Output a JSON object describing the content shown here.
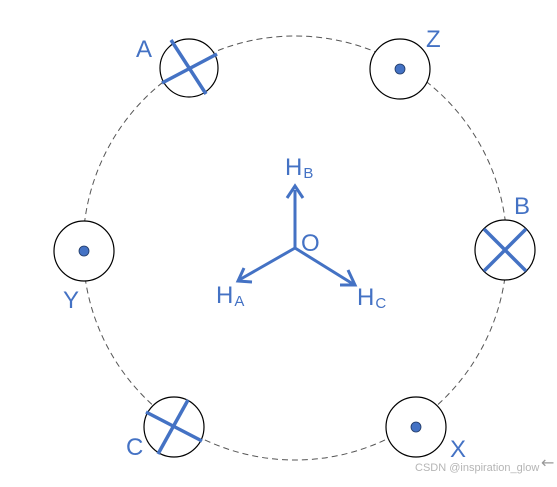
{
  "labels": {
    "A": "A",
    "Z": "Z",
    "B": "B",
    "Y": "Y",
    "C": "C",
    "X": "X",
    "origin": "O",
    "HB_main": "H",
    "HB_sub": "B",
    "HA_main": "H",
    "HA_sub": "A",
    "HC_main": "H",
    "HC_sub": "C"
  },
  "markers": [
    {
      "id": "A",
      "kind": "cross"
    },
    {
      "id": "Z",
      "kind": "dot"
    },
    {
      "id": "B",
      "kind": "cross"
    },
    {
      "id": "Y",
      "kind": "dot"
    },
    {
      "id": "C",
      "kind": "cross"
    },
    {
      "id": "X",
      "kind": "dot"
    }
  ],
  "watermark": "CSDN @inspiration_glow",
  "colors": {
    "accent": "#4472c4",
    "outline": "#000000",
    "dashed_circle": "#555555"
  }
}
